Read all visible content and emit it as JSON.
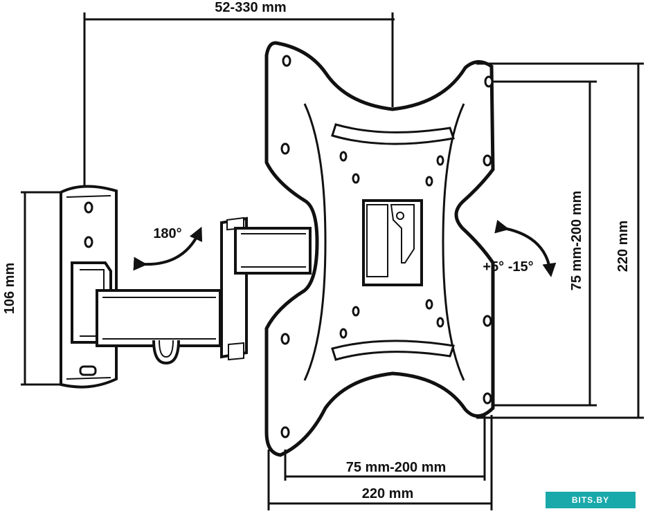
{
  "dimensions": {
    "arm_extension": "52-330 mm",
    "wall_plate_height": "106 mm",
    "swivel_angle": "180°",
    "tilt_angle": "+5° -15°",
    "vesa_vertical": "75 mm-200 mm",
    "plate_height": "220 mm",
    "vesa_horizontal": "75 mm-200 mm",
    "plate_width": "220 mm"
  },
  "watermark": "BITS.BY",
  "colors": {
    "line": "#111111",
    "badge": "#1aa9ab"
  }
}
